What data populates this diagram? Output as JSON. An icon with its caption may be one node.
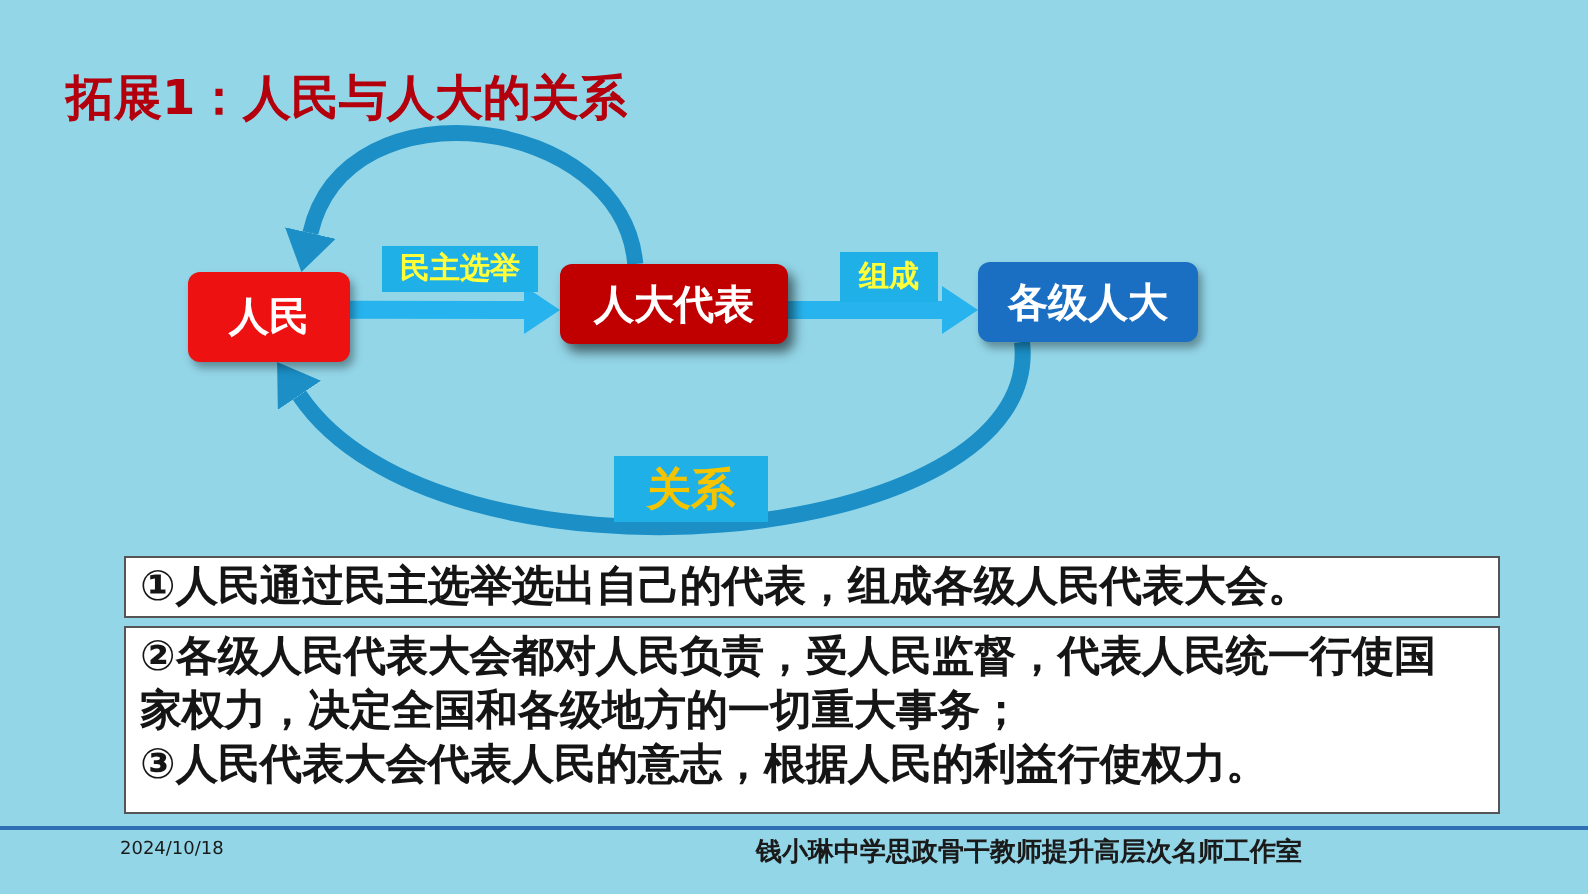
{
  "diagram": {
    "title": "拓展1：人民与人大的关系",
    "nodes": [
      {
        "text": [
          "人民"
        ]
      },
      {
        "text": [
          "人大代表"
        ]
      },
      {
        "text": [
          "各级人大"
        ]
      },
      {
        "text": [
          "①人民通过民主选举选出自己的代表，组成各级人民代表大会。"
        ]
      },
      {
        "text": [
          "②各级人民代表大会都对人民负责，受人民监督，代表人民统一行使国家权力，决定全国和各级地方的一切重大事务；",
          "③人民代表大会代表人民的意志，根据人民的利益行使权力。"
        ]
      }
    ],
    "edges": [
      {
        "from": 1,
        "to": 0,
        "arrow": "to",
        "color": "#1b8fc6"
      },
      {
        "from": 0,
        "to": 1,
        "arrow": "to",
        "label": "民主选举"
      },
      {
        "from": 1,
        "to": 2,
        "arrow": "to",
        "label": "组成"
      },
      {
        "from": 2,
        "to": 0,
        "arrow": "to",
        "label": "关系",
        "color": "#1b8fc6"
      }
    ],
    "labels": [
      "2024/10/18",
      "钱小琳中学思政骨干教师提升高层次名师工作室"
    ]
  }
}
